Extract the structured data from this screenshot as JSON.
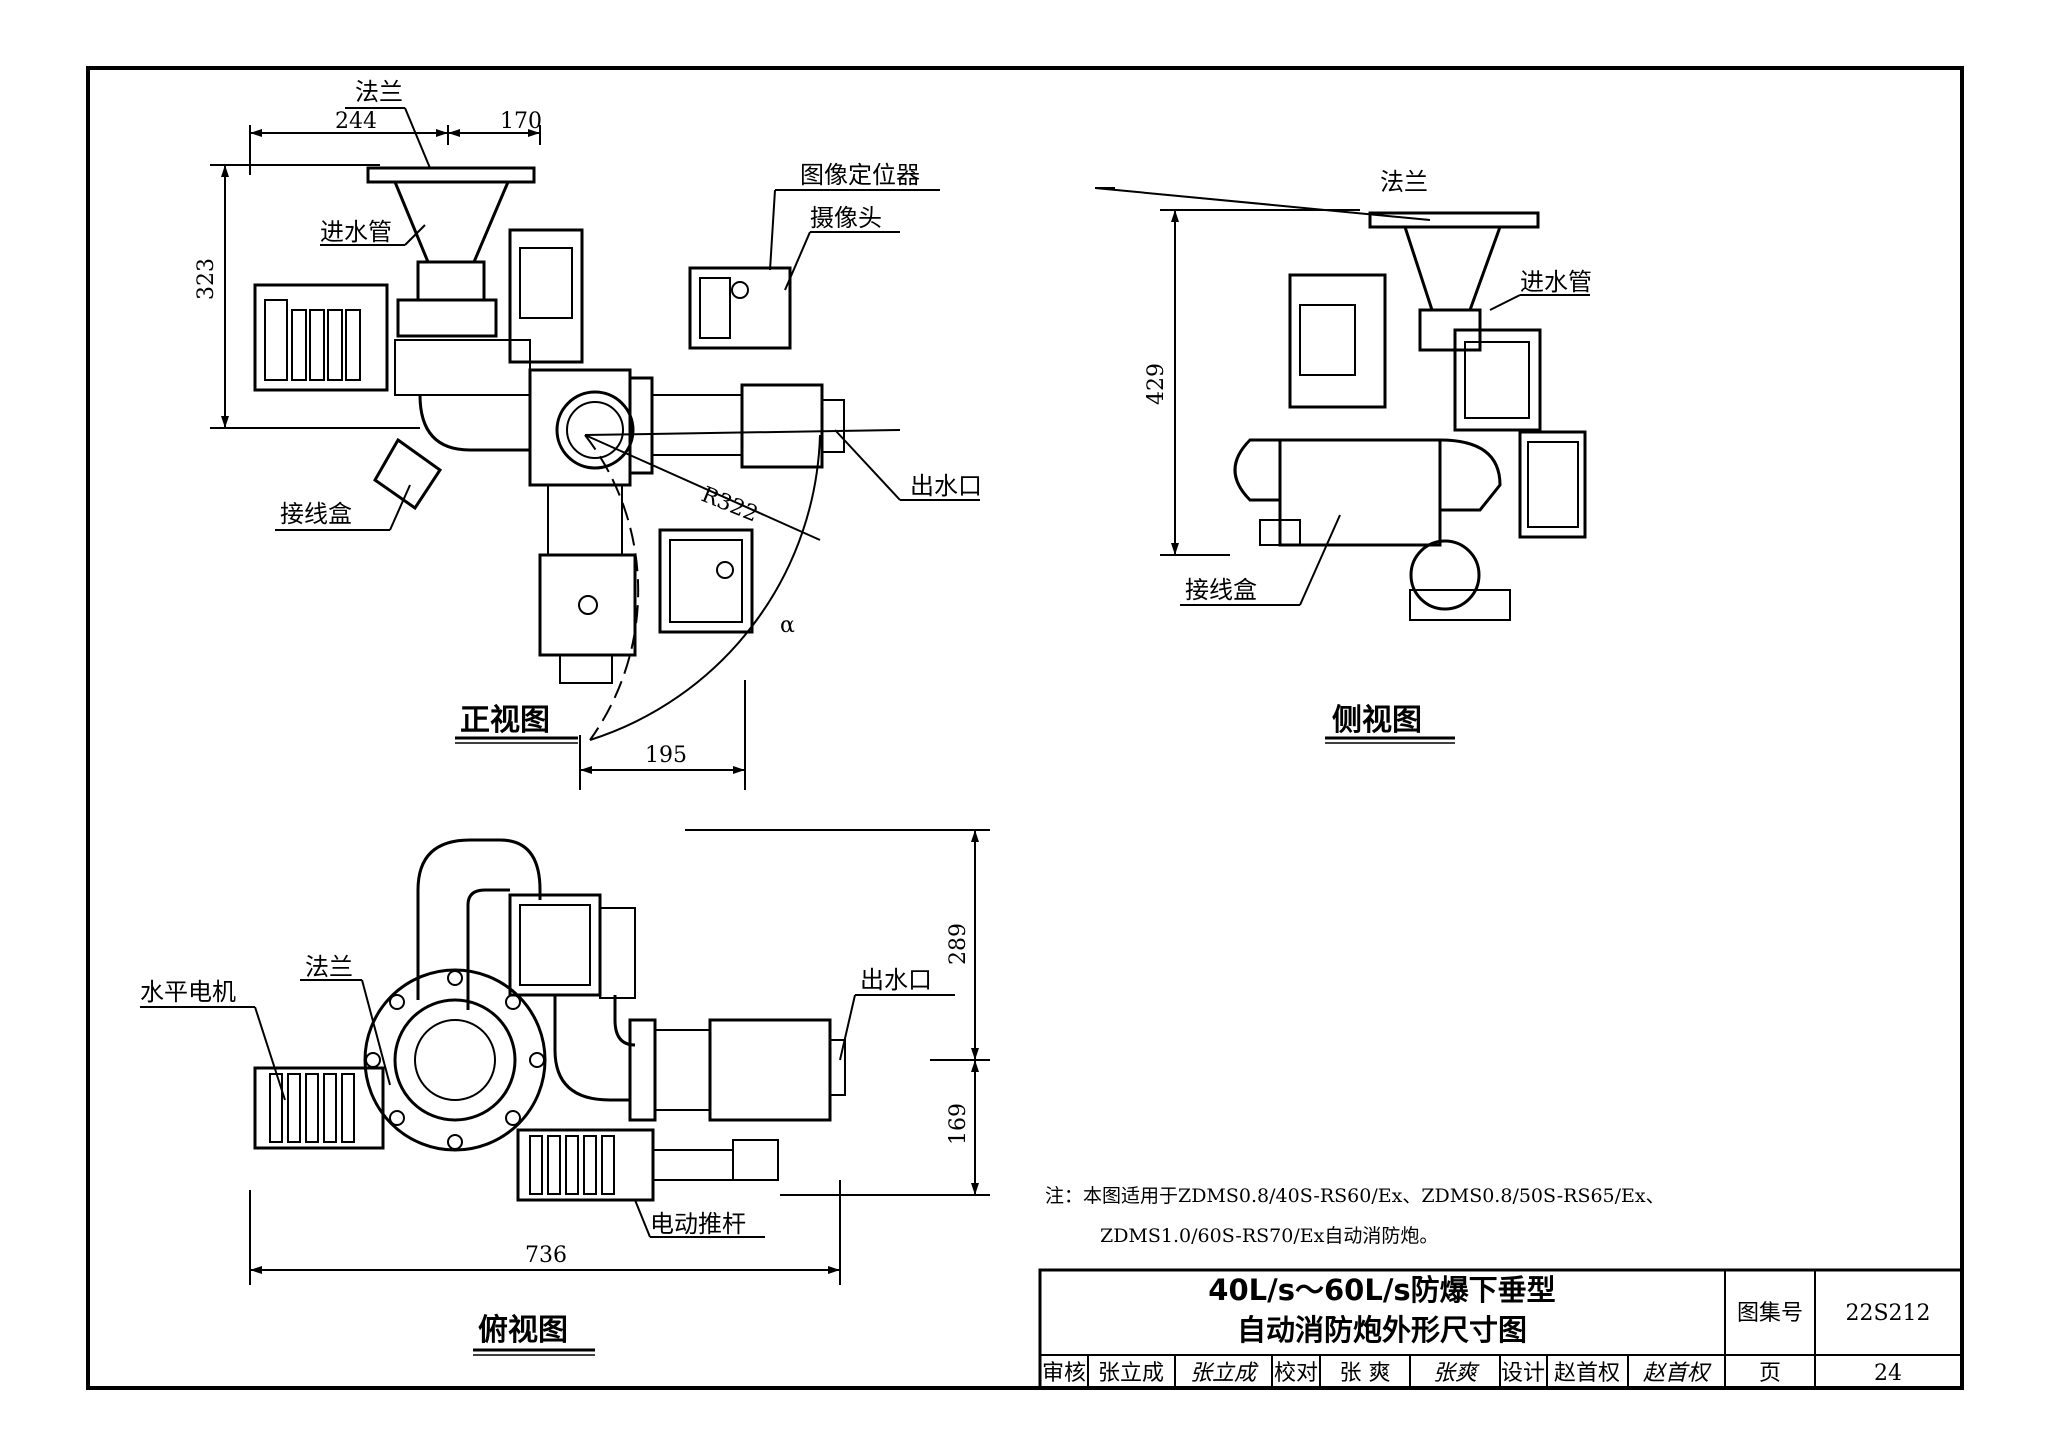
{
  "labels": {
    "flange": "法兰",
    "inlet_pipe": "进水管",
    "image_locator": "图像定位器",
    "camera": "摄像头",
    "outlet": "出水口",
    "junction_box": "接线盒",
    "horizontal_motor": "水平电机",
    "electric_pushrod": "电动推杆"
  },
  "dimensions": {
    "d244": "244",
    "d170": "170",
    "d323": "323",
    "r322": "R322",
    "alpha": "α",
    "d195": "195",
    "d429": "429",
    "d289": "289",
    "d169": "169",
    "d736": "736"
  },
  "views": {
    "front": "正视图",
    "side": "侧视图",
    "top": "俯视图"
  },
  "note": {
    "line1": "注：本图适用于ZDMS0.8/40S-RS60/Ex、ZDMS0.8/50S-RS65/Ex、",
    "line2": "ZDMS1.0/60S-RS70/Ex自动消防炮。"
  },
  "title_block": {
    "title_line1": "40L/s～60L/s防爆下垂型",
    "title_line2": "自动消防炮外形尺寸图",
    "atlas_label": "图集号",
    "atlas_no": "22S212",
    "page_label": "页",
    "page_no": "24",
    "review_label": "审核",
    "reviewer": "张立成",
    "reviewer_sig": "张立成",
    "check_label": "校对",
    "checker": "张 爽",
    "checker_sig": "张爽",
    "design_label": "设计",
    "designer": "赵首权",
    "designer_sig": "赵首权"
  }
}
